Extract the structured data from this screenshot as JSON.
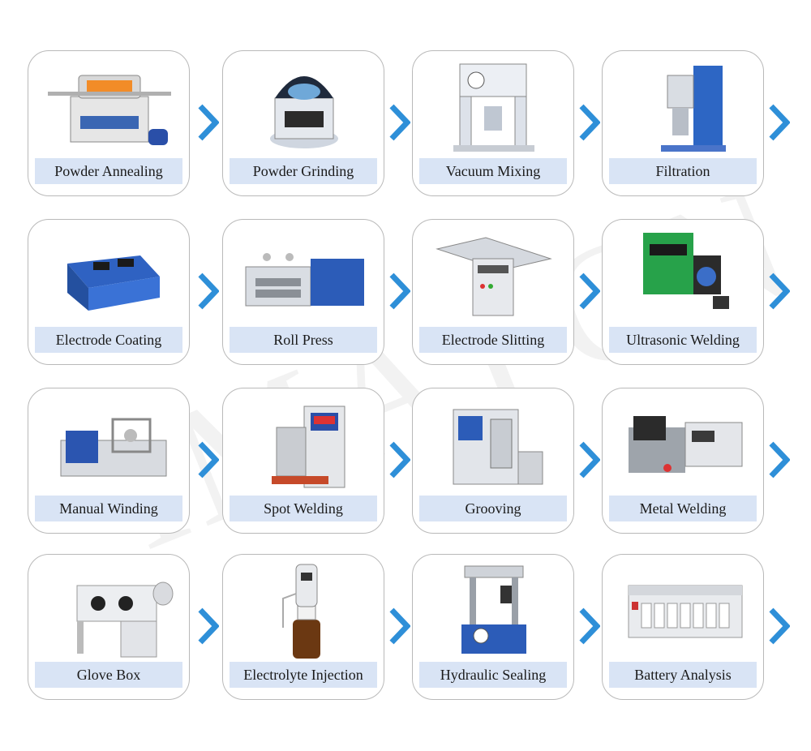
{
  "watermark": "IMAYCN",
  "accent": "#2e8fd8",
  "label_bg": "#d9e4f5",
  "steps": [
    {
      "label": "Powder Annealing",
      "icon": "tube-furnace-icon"
    },
    {
      "label": "Powder Grinding",
      "icon": "ball-mill-icon"
    },
    {
      "label": "Vacuum Mixing",
      "icon": "vacuum-mixer-icon"
    },
    {
      "label": "Filtration",
      "icon": "filtration-machine-icon"
    },
    {
      "label": "Electrode Coating",
      "icon": "coating-machine-icon"
    },
    {
      "label": "Roll Press",
      "icon": "roll-press-icon"
    },
    {
      "label": "Electrode Slitting",
      "icon": "slitting-machine-icon"
    },
    {
      "label": "Ultrasonic Welding",
      "icon": "ultrasonic-welder-icon"
    },
    {
      "label": "Manual Winding",
      "icon": "winding-machine-icon"
    },
    {
      "label": "Spot Welding",
      "icon": "spot-welder-icon"
    },
    {
      "label": "Grooving",
      "icon": "grooving-machine-icon"
    },
    {
      "label": "Metal Welding",
      "icon": "metal-welder-icon"
    },
    {
      "label": "Glove Box",
      "icon": "glove-box-icon"
    },
    {
      "label": "Electrolyte Injection",
      "icon": "electrolyte-dispenser-icon"
    },
    {
      "label": "Hydraulic Sealing",
      "icon": "hydraulic-sealer-icon"
    },
    {
      "label": "Battery Analysis",
      "icon": "battery-analyzer-icon"
    }
  ]
}
